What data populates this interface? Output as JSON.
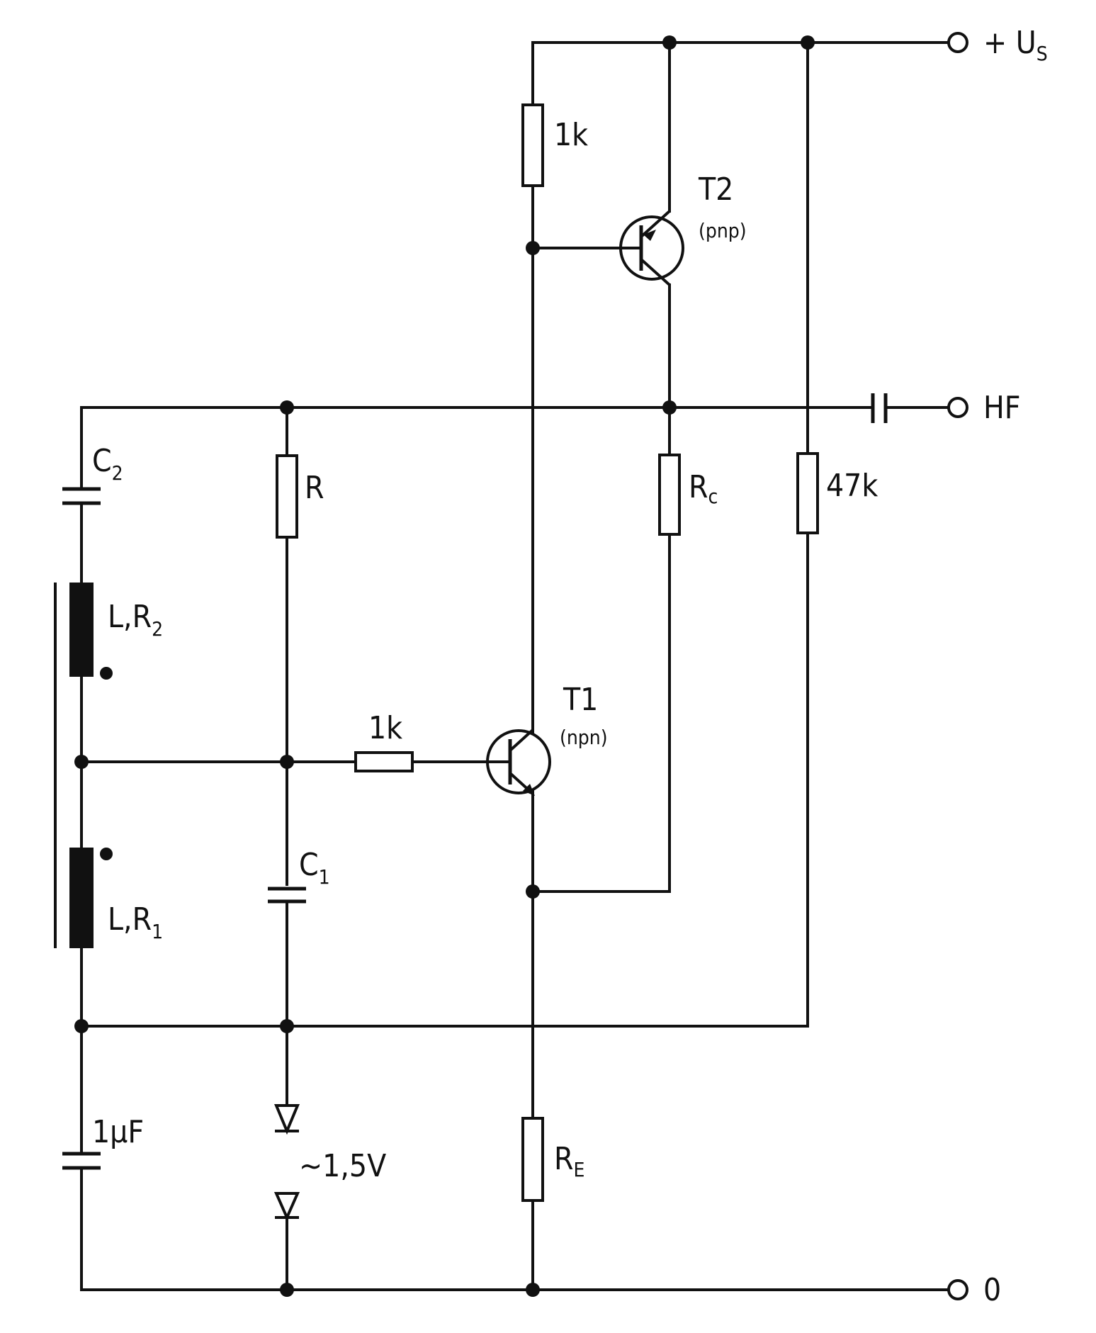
{
  "terminals": {
    "supply": "+ U",
    "supply_sub": "S",
    "hf": "HF",
    "ground": "0"
  },
  "transistors": {
    "t2": {
      "name": "T2",
      "type": "(pnp)"
    },
    "t1": {
      "name": "T1",
      "type": "(npn)"
    }
  },
  "resistors": {
    "r_top": "1k",
    "r": "R",
    "rc_main": "R",
    "rc_sub": "c",
    "r47": "47k",
    "r_base": "1k",
    "re_main": "R",
    "re_sub": "E"
  },
  "capacitors": {
    "c2_main": "C",
    "c2_sub": "2",
    "c1_main": "C",
    "c1_sub": "1",
    "c_bypass": "1µF"
  },
  "inductors": {
    "l2_main": "L,R",
    "l2_sub": "2",
    "l1_main": "L,R",
    "l1_sub": "1"
  },
  "diodes": {
    "label": "~1,5V"
  }
}
